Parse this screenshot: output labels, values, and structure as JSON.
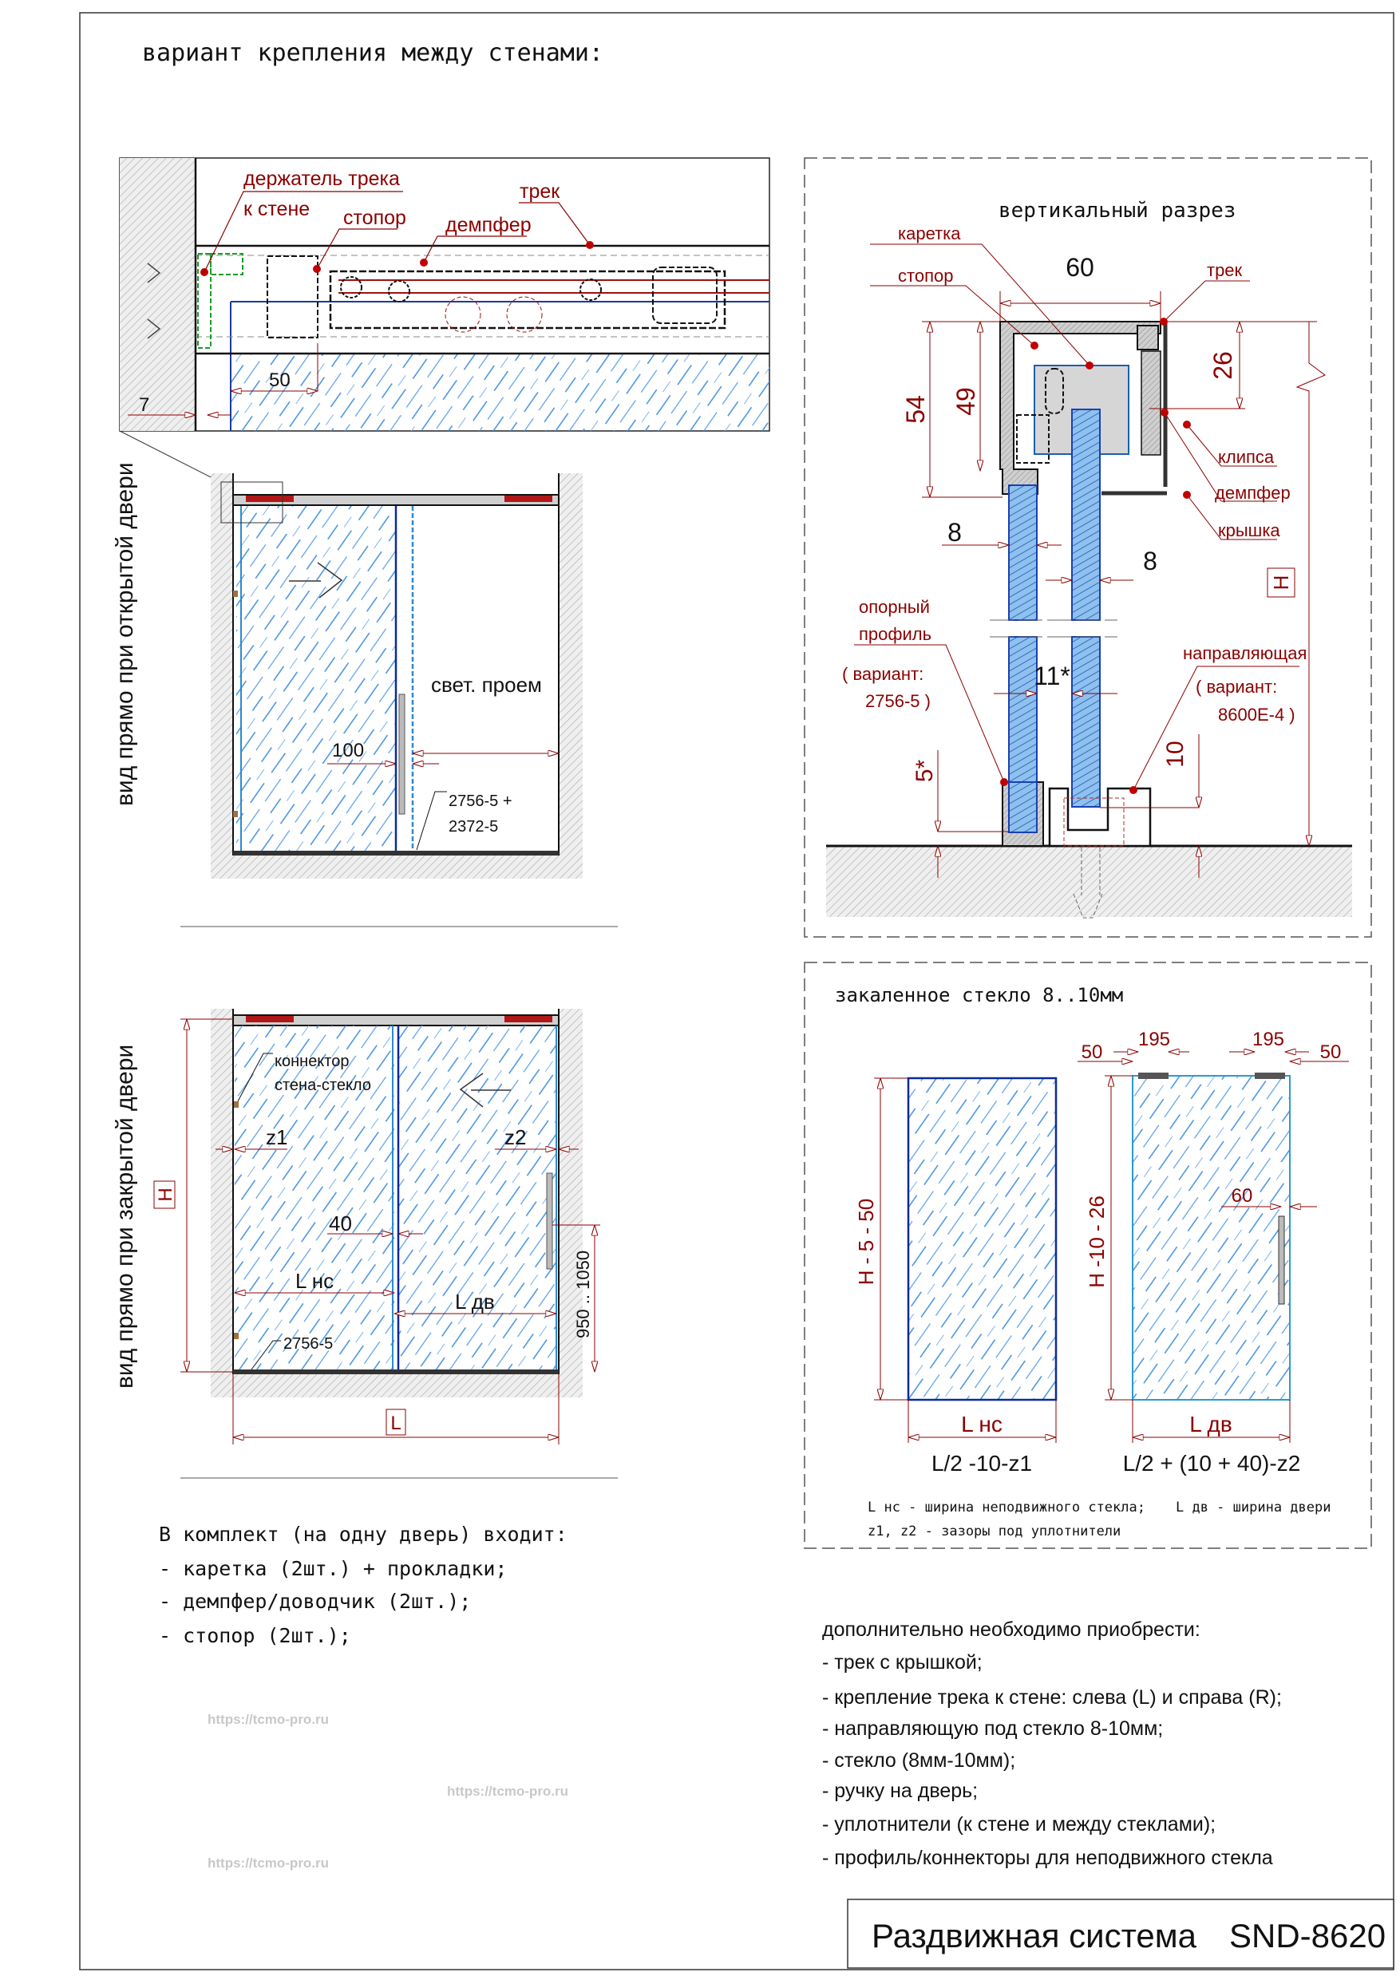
{
  "page_title": "вариант крепления между стенами:",
  "top_detail": {
    "holder_line1": "держатель трека",
    "holder_line2": "к стене",
    "stopper": "стопор",
    "damper": "демпфер",
    "track": "трек",
    "dim_offset": "50",
    "dim_gap": "7"
  },
  "open_view": {
    "caption": "вид прямо при открытой двери",
    "clear_opening": "свет. проем",
    "overlap": "100",
    "profile_line1": "2756-5 +",
    "profile_line2": "2372-5"
  },
  "closed_view": {
    "caption": "вид прямо при закрытой двери",
    "connector_line1": "коннектор",
    "connector_line2": "стена-стекло",
    "z1": "z1",
    "z2": "z2",
    "gap": "40",
    "l_fixed": "L нс",
    "l_door": "L дв",
    "profile": "2756-5",
    "height": "H",
    "length": "L",
    "handle_height": "950 .. 1050"
  },
  "section": {
    "title": "вертикальный разрез",
    "carriage": "каретка",
    "stopper": "стопор",
    "track": "трек",
    "clip": "клипса",
    "damper": "демпфер",
    "cover": "крышка",
    "dim_width": "60",
    "dim_54": "54",
    "dim_49": "49",
    "dim_26": "26",
    "dim_glass_left": "8",
    "dim_glass_right": "8",
    "dim_gap": "11*",
    "dim_bottom": "5*",
    "dim_guide": "10",
    "height": "H",
    "support_line1": "опорный",
    "support_line2": "профиль",
    "support_line3": "( вариант:",
    "support_line4": "2756-5 )",
    "guide_line1": "направляющая",
    "guide_line2": "( вариант:",
    "guide_line3": "8600E-4 )"
  },
  "glass": {
    "title": "закаленное стекло 8..10мм",
    "fixed_height": "H - 5 - 50",
    "door_height": "H -10 - 26",
    "fixed_width": "L нс",
    "door_width": "L дв",
    "fixed_formula": "L/2 -10-z1",
    "door_formula": "L/2 + (10 + 40)-z2",
    "dim_50_left": "50",
    "dim_195_left": "195",
    "dim_195_right": "195",
    "dim_50_right": "50",
    "dim_handle": "60",
    "note_fixed": "L нс - ширина неподвижного стекла;",
    "note_door": "L дв - ширина двери",
    "note_gaps": "z1, z2 - зазоры под уплотнители"
  },
  "kit": {
    "title": "В комплект (на одну дверь) входит:",
    "items": [
      "- каретка (2шт.) + прокладки;",
      "- демпфер/доводчик (2шт.);",
      "- стопор (2шт.);"
    ]
  },
  "extra": {
    "title": "дополнительно необходимо приобрести:",
    "items": [
      "- трек с крышкой;",
      "- крепление трека к стене: слева (L) и справа (R);",
      "- направляющую под стекло 8-10мм;",
      "- стекло (8мм-10мм);",
      "- ручку на дверь;",
      "- уплотнители (к стене и между стеклами);",
      "- профиль/коннекторы для неподвижного стекла"
    ]
  },
  "title_block": {
    "name": "Раздвижная система",
    "model": "SND-8620"
  },
  "watermark": "https://tcmo-pro.ru",
  "colors": {
    "dimension": "#8b0000",
    "glass": "#1e6fd0",
    "glass_edge": "#0a2a9a",
    "hatch": "#9a9a9a"
  }
}
